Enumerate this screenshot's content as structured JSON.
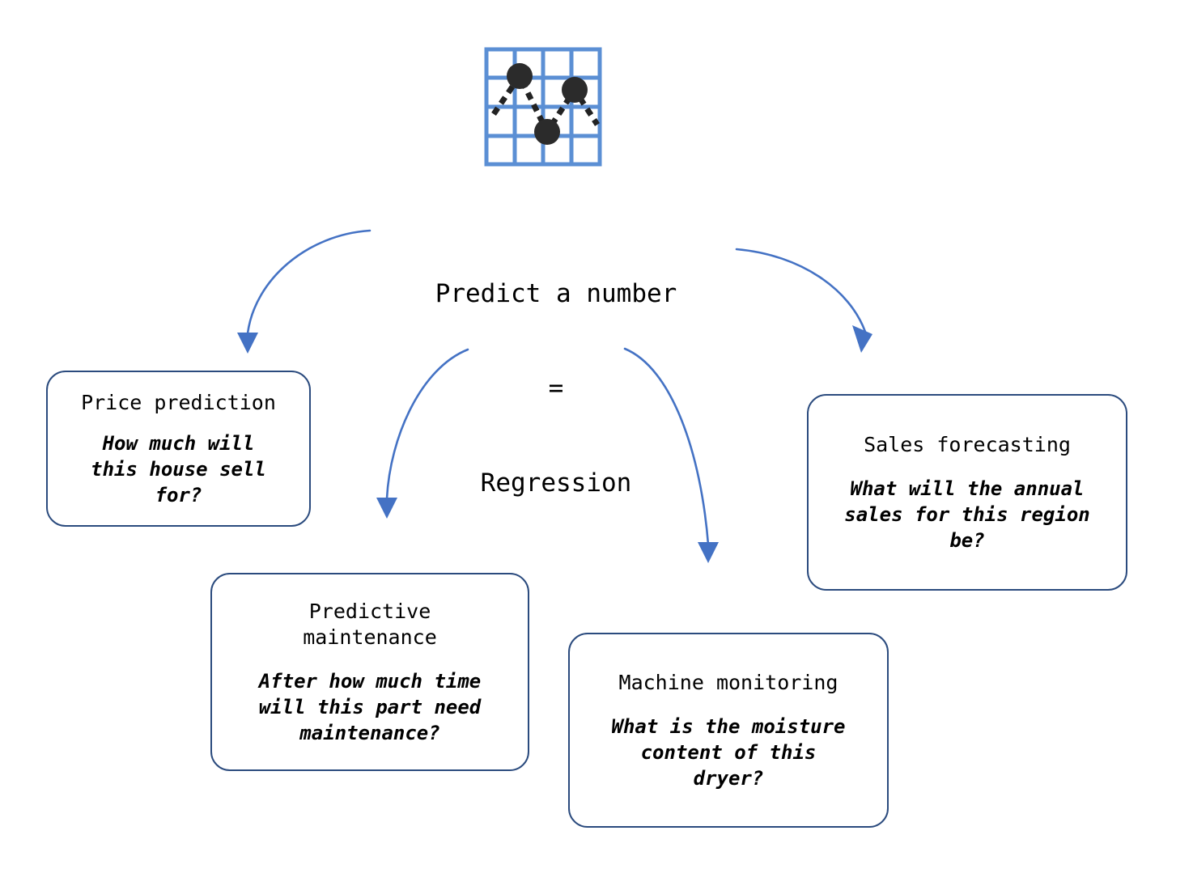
{
  "diagram": {
    "center": {
      "icon_name": "line-chart-grid-icon",
      "title_line1": "Predict a number",
      "title_line2": "=",
      "title_line3": "Regression"
    },
    "colors": {
      "arrow_blue": "#4472c4",
      "box_border_navy": "#2b4b7e",
      "icon_grid_blue": "#5b8fd4",
      "icon_dot_black": "#222222",
      "background": "#ffffff"
    },
    "nodes": [
      {
        "id": "price-prediction",
        "title": "Price prediction",
        "question": "How much will\nthis house sell\nfor?"
      },
      {
        "id": "predictive-maintenance",
        "title": "Predictive\nmaintenance",
        "question": "After how much time\nwill this part need\nmaintenance?"
      },
      {
        "id": "machine-monitoring",
        "title": "Machine monitoring",
        "question": "What is the moisture\ncontent of this\ndryer?"
      },
      {
        "id": "sales-forecasting",
        "title": "Sales forecasting",
        "question": "What will the annual\nsales for this region\nbe?"
      }
    ],
    "arrows": [
      {
        "id": "arrow-to-price-prediction",
        "from": "center",
        "to": "price-prediction"
      },
      {
        "id": "arrow-to-predictive-maintenance",
        "from": "center",
        "to": "predictive-maintenance"
      },
      {
        "id": "arrow-to-machine-monitoring",
        "from": "center",
        "to": "machine-monitoring"
      },
      {
        "id": "arrow-to-sales-forecasting",
        "from": "center",
        "to": "sales-forecasting"
      }
    ]
  }
}
